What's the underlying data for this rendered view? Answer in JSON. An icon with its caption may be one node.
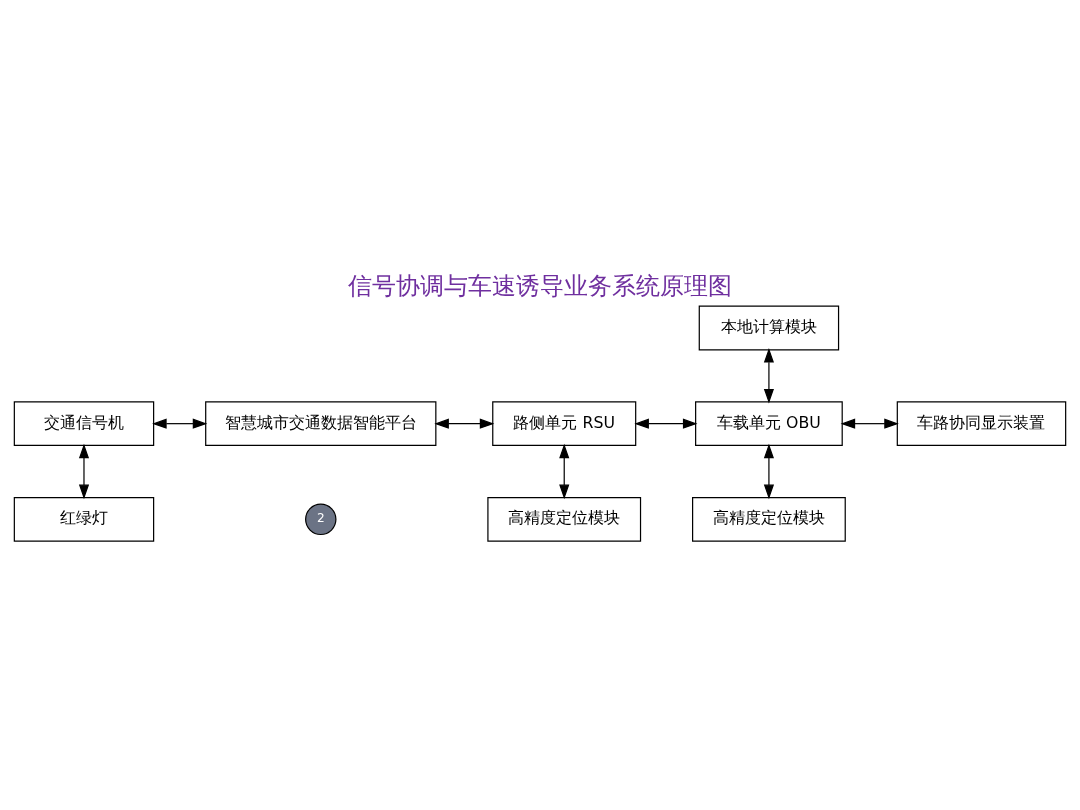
{
  "diagram": {
    "title": "信号协调与车速诱导业务系统原理图",
    "nodes": [
      {
        "text": [
          "交通信号机"
        ]
      },
      {
        "text": [
          "红绿灯"
        ]
      },
      {
        "text": [
          "智慧城市交通数据智能平台"
        ]
      },
      {
        "text": [
          "路侧单元 RSU"
        ]
      },
      {
        "text": [
          "高精度定位模块"
        ]
      },
      {
        "text": [
          "本地计算模块"
        ]
      },
      {
        "text": [
          "车载单元 OBU"
        ]
      },
      {
        "text": [
          "车路协同显示装置"
        ]
      },
      {
        "text": [
          "高精度定位模块"
        ]
      }
    ],
    "edges": [
      {
        "from": 0,
        "to": 2,
        "arrow": "both"
      },
      {
        "from": 0,
        "to": 1,
        "arrow": "both"
      },
      {
        "from": 2,
        "to": 3,
        "arrow": "both"
      },
      {
        "from": 3,
        "to": 6,
        "arrow": "both"
      },
      {
        "from": 3,
        "to": 4,
        "arrow": "both"
      },
      {
        "from": 5,
        "to": 6,
        "arrow": "both"
      },
      {
        "from": 6,
        "to": 7,
        "arrow": "both"
      },
      {
        "from": 6,
        "to": 8,
        "arrow": "both"
      }
    ],
    "labels": [
      "2"
    ]
  }
}
